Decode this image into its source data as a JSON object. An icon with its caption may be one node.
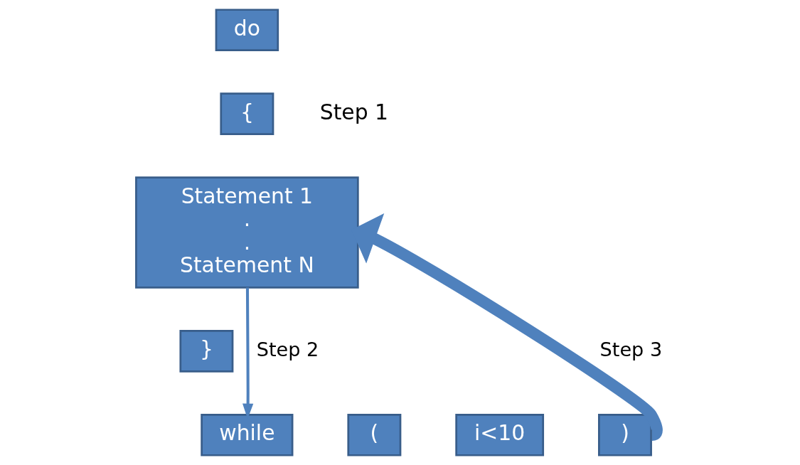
{
  "diagram": {
    "nodes": [
      {
        "text": [
          "do"
        ]
      },
      {
        "text": [
          "{"
        ]
      },
      {
        "text": [
          "Statement 1",
          ".",
          ".",
          "Statement N"
        ]
      },
      {
        "text": [
          "}"
        ]
      },
      {
        "text": [
          "while"
        ]
      },
      {
        "text": [
          "("
        ]
      },
      {
        "text": [
          "i<10"
        ]
      },
      {
        "text": [
          ")"
        ]
      }
    ],
    "edges": [
      {
        "from": 2,
        "to": 4,
        "arrow": "to",
        "label": "Step 2"
      },
      {
        "from": 7,
        "to": 2,
        "arrow": "to",
        "label": "Step 3",
        "style": "thick"
      }
    ],
    "labels": [
      "Step 1"
    ]
  }
}
